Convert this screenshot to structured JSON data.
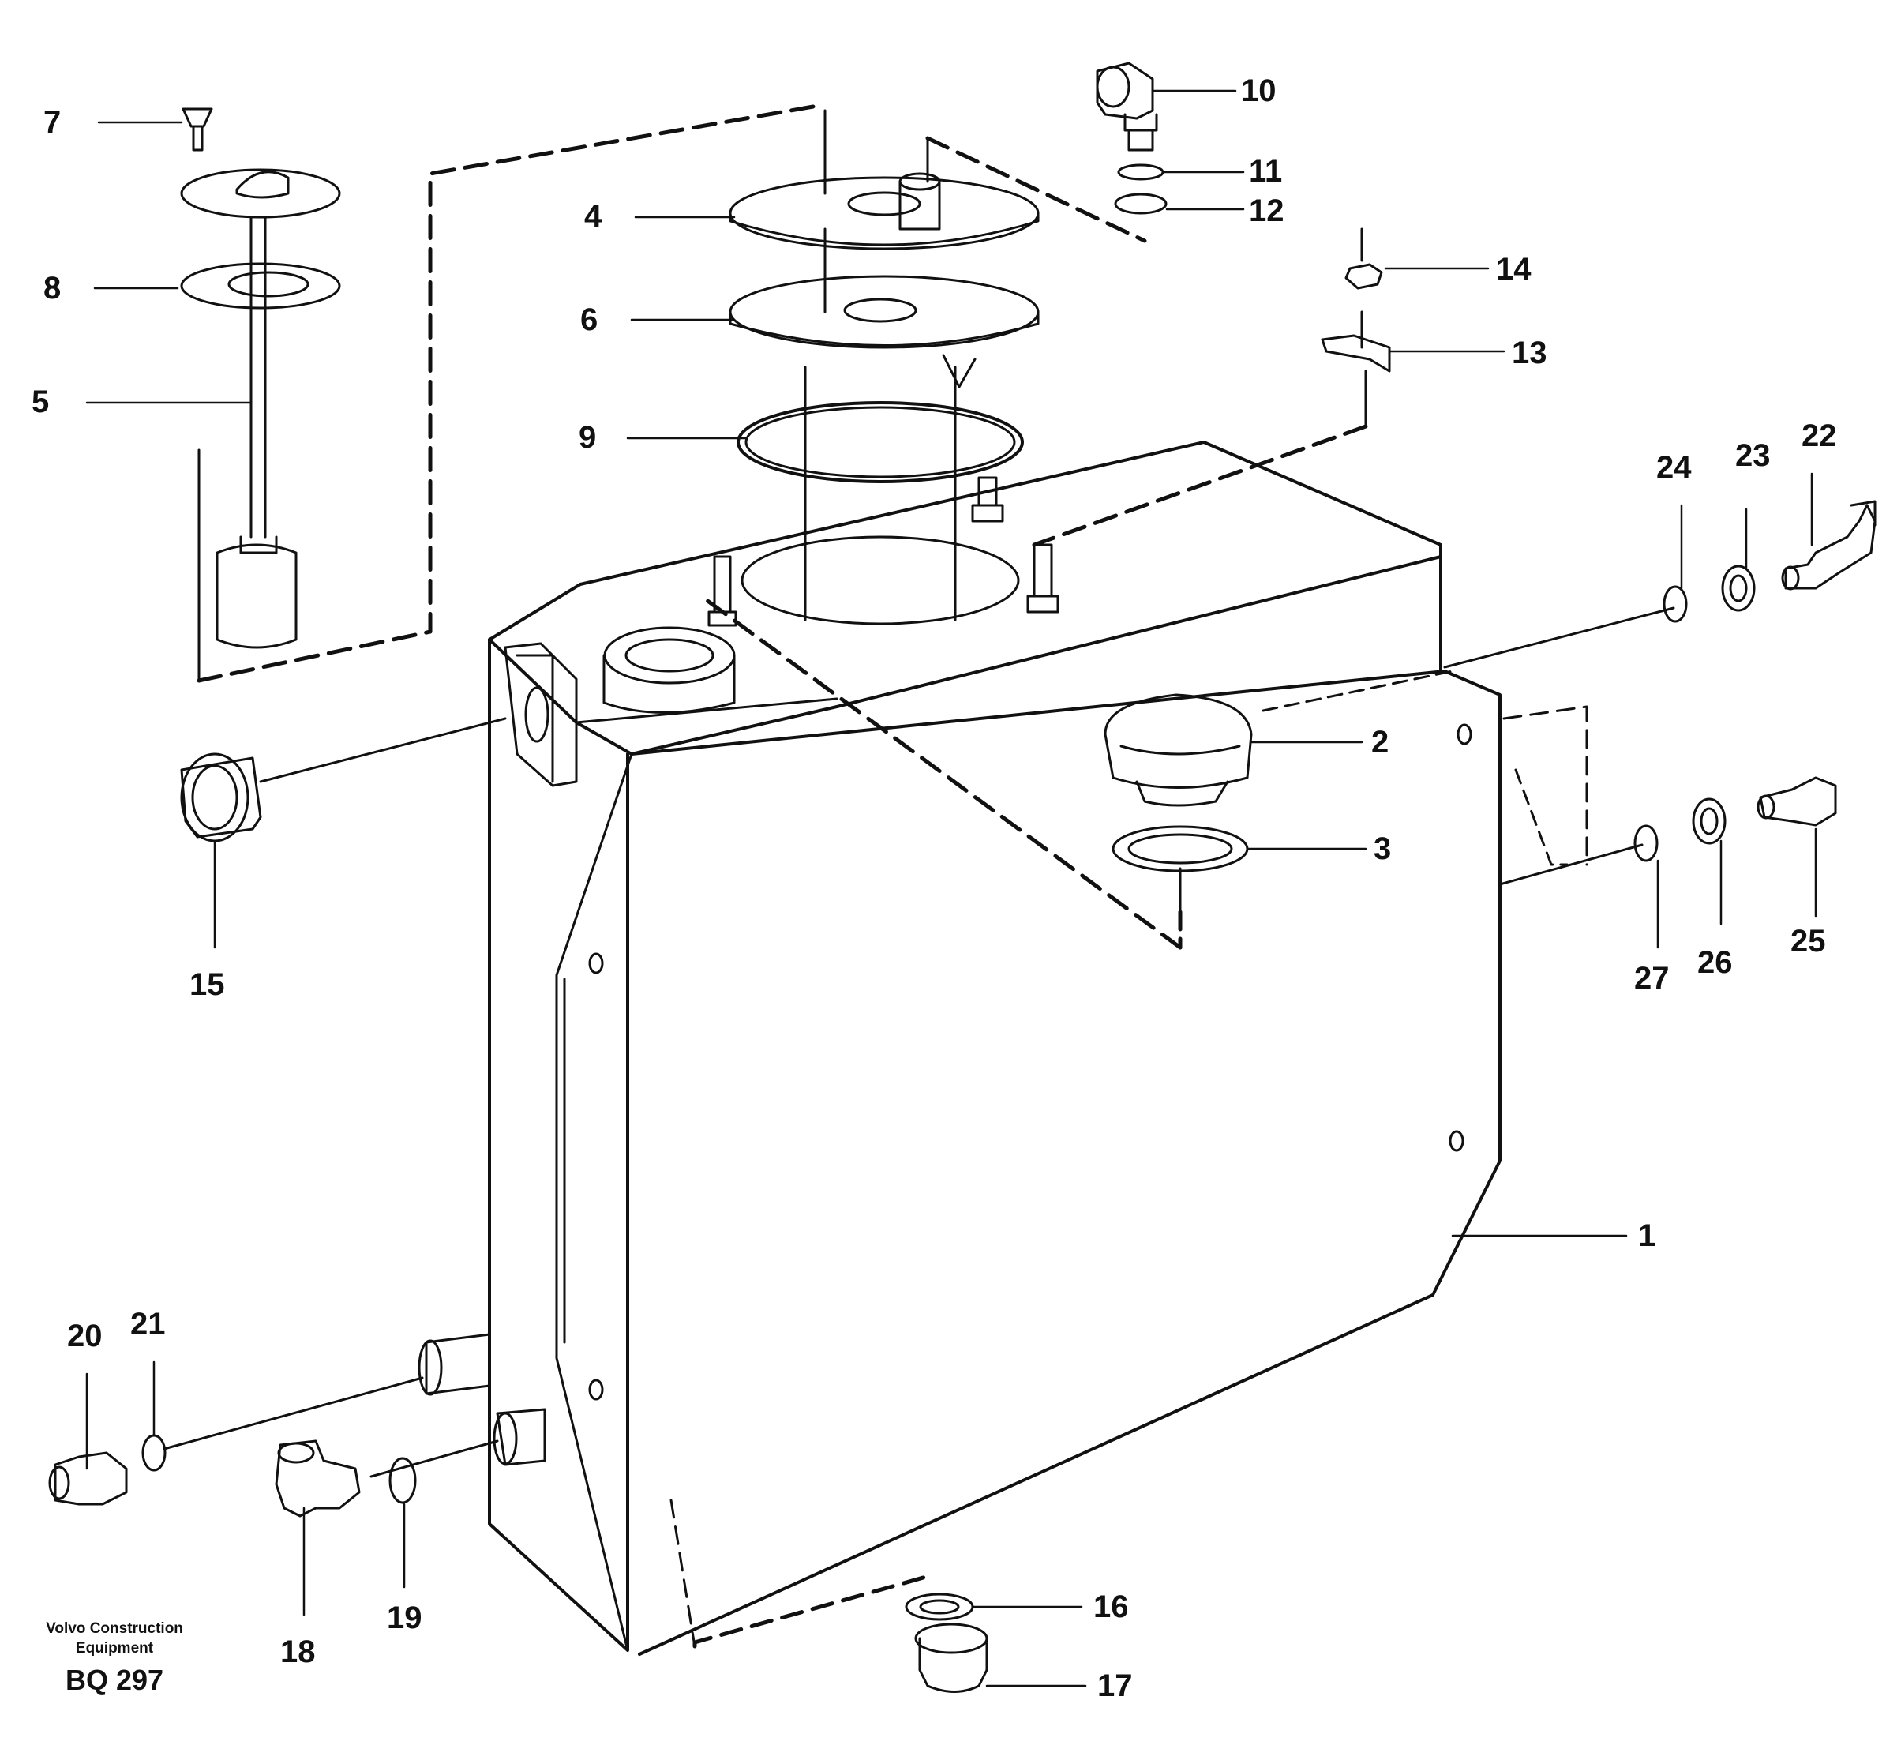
{
  "colors": {
    "ink": "#111111",
    "paper": "#ffffff"
  },
  "callouts": {
    "c1": "1",
    "c2": "2",
    "c3": "3",
    "c4": "4",
    "c5": "5",
    "c6": "6",
    "c7": "7",
    "c8": "8",
    "c9": "9",
    "c10": "10",
    "c11": "11",
    "c12": "12",
    "c13": "13",
    "c14": "14",
    "c15": "15",
    "c16": "16",
    "c17": "17",
    "c18": "18",
    "c19": "19",
    "c20": "20",
    "c21": "21",
    "c22": "22",
    "c23": "23",
    "c24": "24",
    "c25": "25",
    "c26": "26",
    "c27": "27"
  },
  "credit": {
    "line1": "Volvo Construction",
    "line2": "Equipment",
    "code": "BQ 297"
  }
}
